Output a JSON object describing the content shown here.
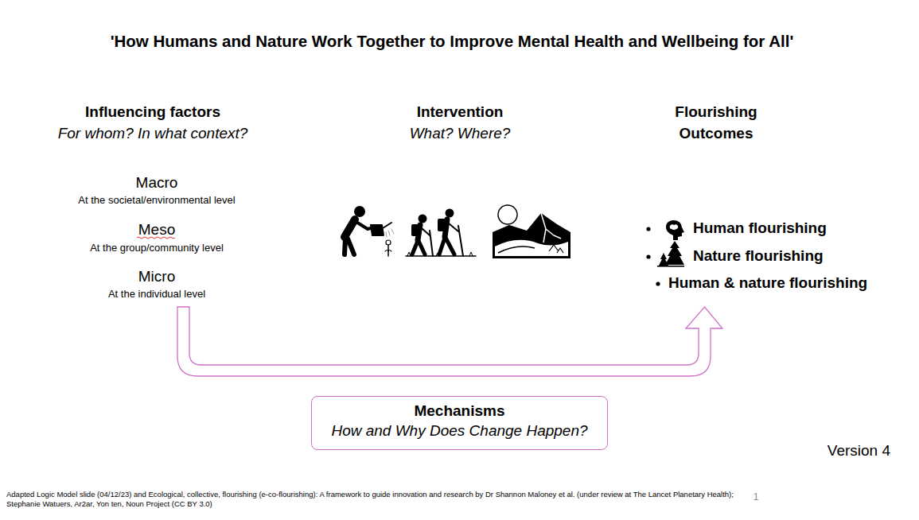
{
  "diagram": {
    "title": "'How Humans and Nature Work Together to Improve Mental Health and Wellbeing for All'",
    "nodes": [
      {
        "text": [
          "Mechanisms",
          "How and Why Does Change Happen?"
        ]
      }
    ],
    "labels": [
      "Influencing factors",
      "For whom? In what context?",
      "Intervention",
      "What? Where?",
      "Flourishing Outcomes",
      "Macro",
      "At the societal/environmental level",
      "Meso",
      "At the group/community level",
      "Micro",
      "At the individual level",
      "Human flourishing",
      "Nature flourishing",
      "Human & nature flourishing",
      "Version 4",
      "Adapted Logic Model slide (04/12/23) and Ecological, collective, flourishing (e-co-flourishing): A framework to guide innovation and research by Dr Shannon Maloney et al. (under review at The Lancet Planetary Health); Stephanie Watuers, Ar2ar, Yon ten, Noun Project (CC BY 3.0)",
      "1"
    ]
  }
}
